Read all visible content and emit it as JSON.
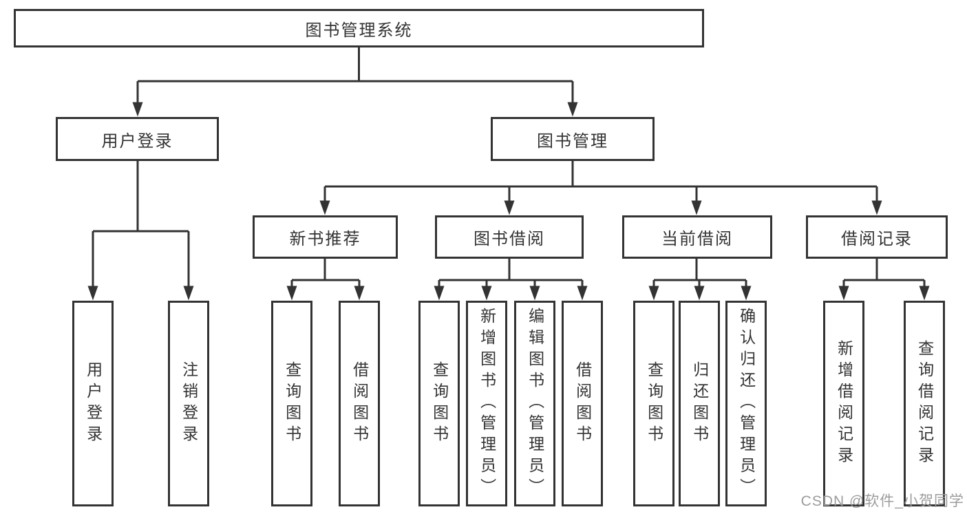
{
  "diagram": {
    "title": "图书管理系统",
    "colors": {
      "line": "#333333",
      "text": "#333333",
      "box_background": "#ffffff",
      "page_background": "#ffffff",
      "watermark": "#9c9c9c"
    },
    "nodes": {
      "root": "图书管理系统",
      "userLogin": "用户登录",
      "bookMgmt": "图书管理",
      "newBook": "新书推荐",
      "bookBorrow": "图书借阅",
      "currentBorrow": "当前借阅",
      "borrowRecord": "借阅记录",
      "ulUserLogin": "用户登录",
      "ulLogout": "注销登录",
      "nbQueryBook": "查询图书",
      "nbBorrowBook": "借阅图书",
      "bbQueryBook": "查询图书",
      "bbAddBook": "新增图书（管理员）",
      "bbEditBook": "编辑图书（管理员）",
      "bbBorrowBook": "借阅图书",
      "cbQueryBook": "查询图书",
      "cbReturnBook": "归还图书",
      "cbConfirmReturn": "确认归还（管理员）",
      "brAddRecord": "新增借阅记录",
      "brQueryRecord": "查询借阅记录"
    },
    "watermark": "CSDN @软件_小贺同学"
  }
}
